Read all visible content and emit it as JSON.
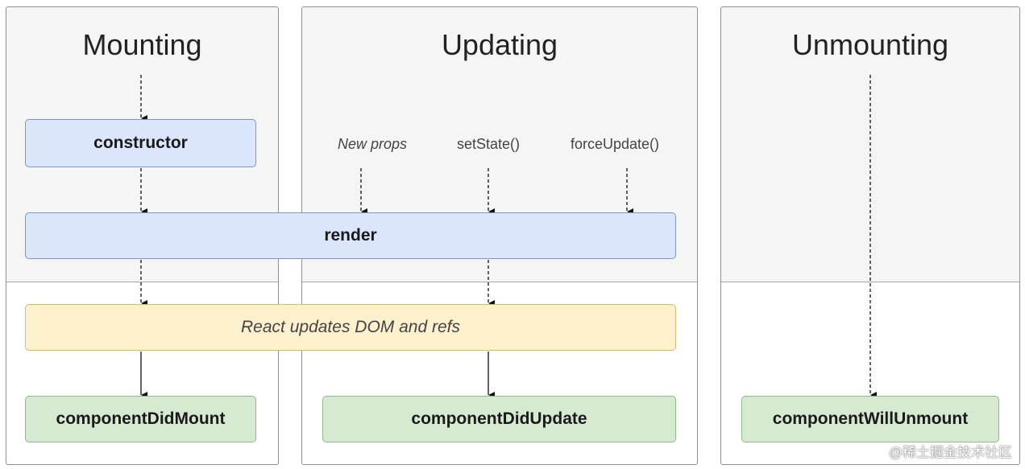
{
  "phases": {
    "mounting": "Mounting",
    "updating": "Updating",
    "unmounting": "Unmounting"
  },
  "methods": {
    "constructor": "constructor",
    "render": "render",
    "react_updates": "React updates DOM and refs",
    "did_mount": "componentDidMount",
    "did_update": "componentDidUpdate",
    "will_unmount": "componentWillUnmount"
  },
  "triggers": {
    "new_props": "New props",
    "set_state": "setState()",
    "force_update": "forceUpdate()"
  },
  "watermark": "@稀土掘金技术社区",
  "colors": {
    "blue_box": "#dbe6fc",
    "yellow_box": "#fdf1cd",
    "green_box": "#d6ead2",
    "phase_background": "#f5f5f5"
  }
}
